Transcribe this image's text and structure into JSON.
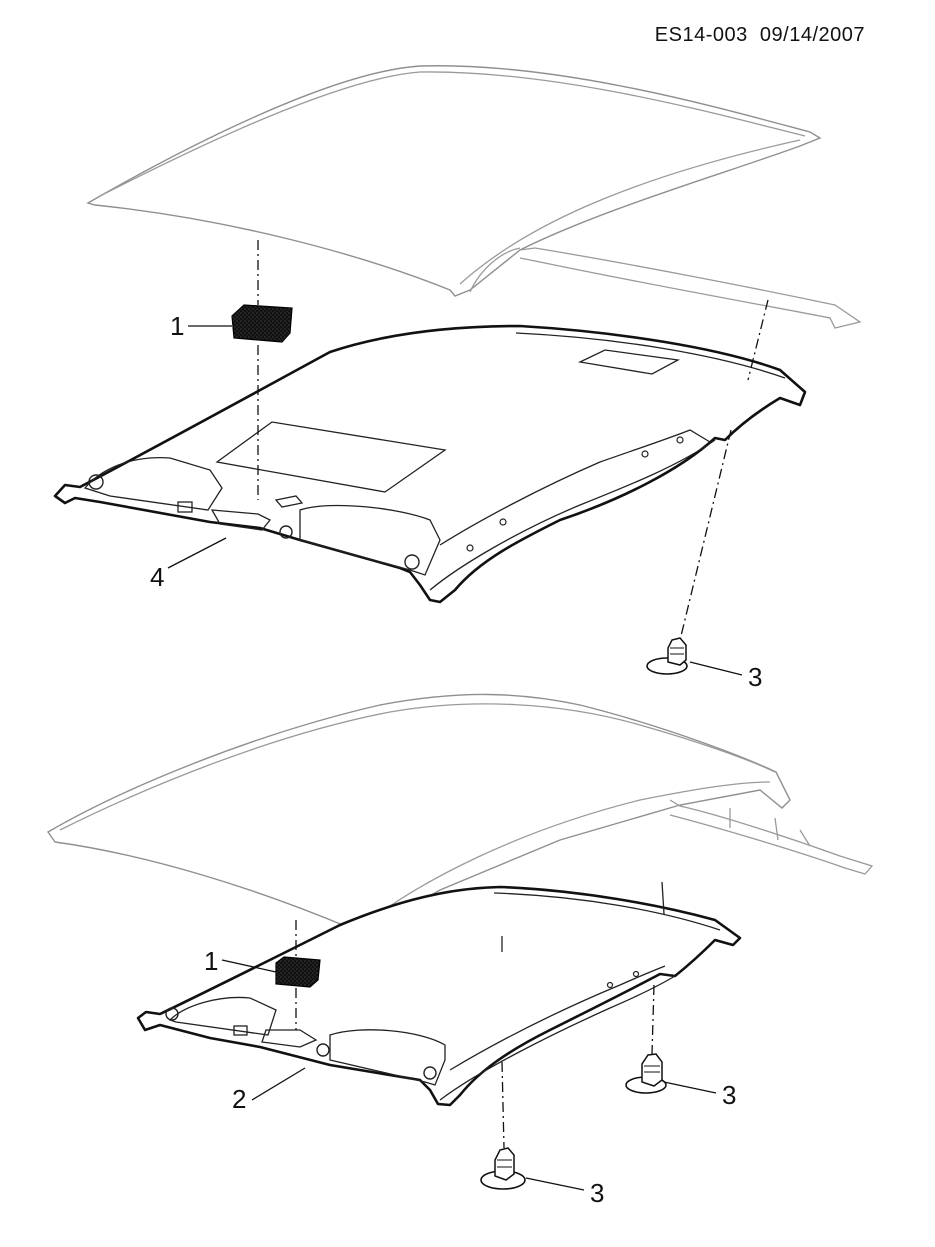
{
  "header": {
    "doc_code": "ES14-003",
    "date": "09/14/2007"
  },
  "callouts": {
    "top": {
      "pad": "1",
      "headliner": "4",
      "retainer": "3"
    },
    "bottom": {
      "pad": "1",
      "headliner": "2",
      "retainer_right": "3",
      "retainer_lower": "3"
    }
  }
}
